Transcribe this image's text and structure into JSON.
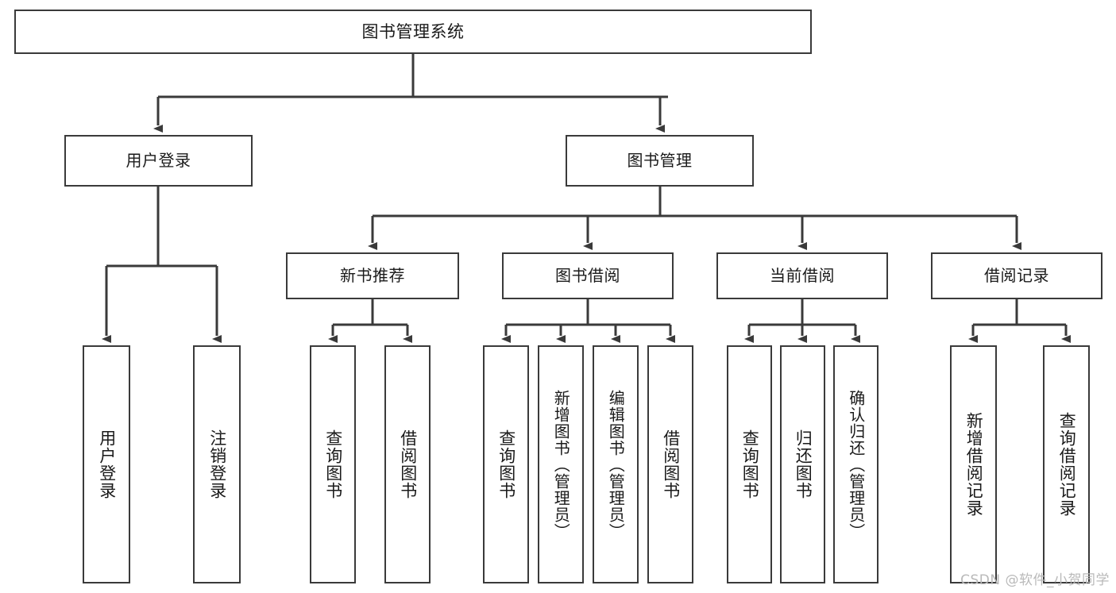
{
  "diagram": {
    "title": "图书管理系统",
    "type": "tree",
    "colors": {
      "stroke": "#3a3a3a",
      "background": "#ffffff",
      "text": "#1a1a1a",
      "watermark": "#b9b9b9"
    },
    "root": {
      "label": "图书管理系统"
    },
    "level1": [
      {
        "label": "用户登录"
      },
      {
        "label": "图书管理"
      }
    ],
    "level2": [
      {
        "label": "新书推荐"
      },
      {
        "label": "图书借阅"
      },
      {
        "label": "当前借阅"
      },
      {
        "label": "借阅记录"
      }
    ],
    "leaves": {
      "user_login": [
        {
          "label": "用户登录"
        },
        {
          "label": "注销登录"
        }
      ],
      "new_book_recommend": [
        {
          "label": "查询图书"
        },
        {
          "label": "借阅图书"
        }
      ],
      "book_borrow": [
        {
          "label": "查询图书"
        },
        {
          "label": "新增图书（管理员）"
        },
        {
          "label": "编辑图书（管理员）"
        },
        {
          "label": "借阅图书"
        }
      ],
      "current_borrow": [
        {
          "label": "查询图书"
        },
        {
          "label": "归还图书"
        },
        {
          "label": "确认归还（管理员）"
        }
      ],
      "borrow_record": [
        {
          "label": "新增借阅记录"
        },
        {
          "label": "查询借阅记录"
        }
      ]
    }
  },
  "watermark": {
    "text": "CSDN @软件_小贺同学"
  }
}
